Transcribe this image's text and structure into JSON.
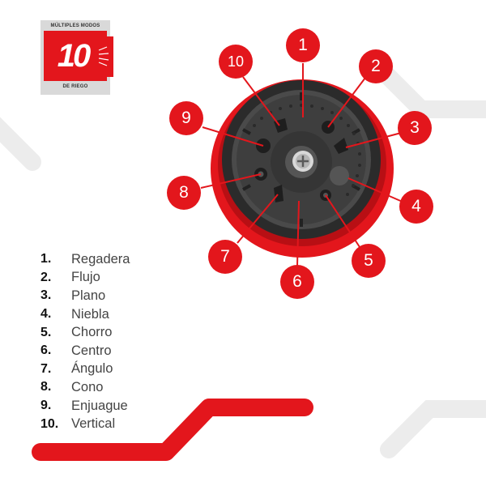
{
  "badge": {
    "top_text": "MÚLTIPLES MODOS",
    "number": "10",
    "bottom_text": "DE RIEGO"
  },
  "callouts": [
    "1",
    "2",
    "3",
    "4",
    "5",
    "6",
    "7",
    "8",
    "9",
    "10"
  ],
  "modes": [
    {
      "number": "1.",
      "label": "Regadera"
    },
    {
      "number": "2.",
      "label": "Flujo"
    },
    {
      "number": "3.",
      "label": "Plano"
    },
    {
      "number": "4.",
      "label": "Niebla"
    },
    {
      "number": "5.",
      "label": "Chorro"
    },
    {
      "number": "6.",
      "label": "Centro"
    },
    {
      "number": "7.",
      "label": "Ángulo"
    },
    {
      "number": "8.",
      "label": "Cono"
    },
    {
      "number": "9.",
      "label": "Enjuague"
    },
    {
      "number": "10.",
      "label": "Vertical"
    }
  ],
  "colors": {
    "accent_red": "#e3161c",
    "nozzle_dark": "#2b2b2b",
    "nozzle_face": "#4a4a4a",
    "decor_gray": "#ececec"
  }
}
